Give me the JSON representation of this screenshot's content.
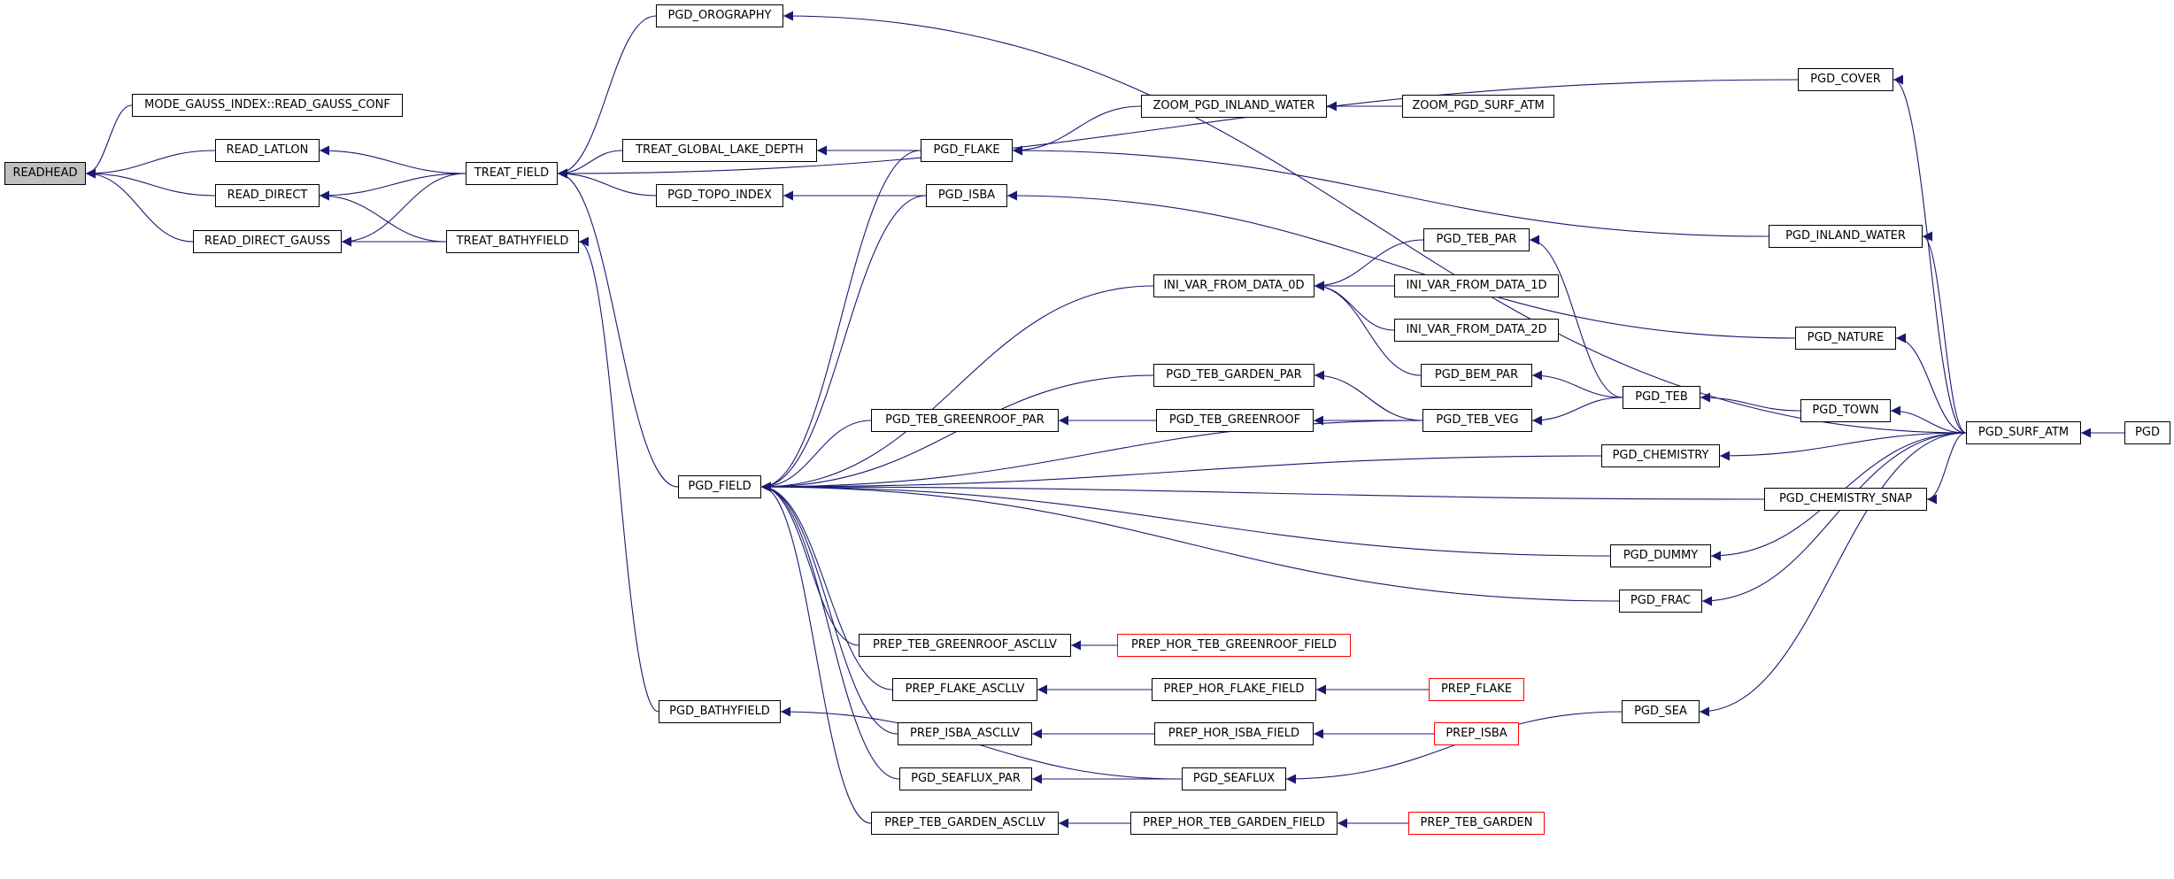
{
  "graph": {
    "root": "READHEAD",
    "edge_color": "#191970",
    "root_fill": "#bfbfbf",
    "truncated_border": "#ff0000",
    "nodes": {
      "readhead": "READHEAD",
      "mgi_read_gauss_conf": "MODE_GAUSS_INDEX::READ_GAUSS_CONF",
      "read_latlon": "READ_LATLON",
      "read_direct": "READ_DIRECT",
      "read_direct_gauss": "READ_DIRECT_GAUSS",
      "treat_field": "TREAT_FIELD",
      "treat_bathyfield": "TREAT_BATHYFIELD",
      "pgd_orography": "PGD_OROGRAPHY",
      "treat_global_lake_depth": "TREAT_GLOBAL_LAKE_DEPTH",
      "pgd_topo_index": "PGD_TOPO_INDEX",
      "pgd_field": "PGD_FIELD",
      "pgd_bathyfield": "PGD_BATHYFIELD",
      "pgd_flake": "PGD_FLAKE",
      "pgd_isba": "PGD_ISBA",
      "zoom_pgd_inland_water": "ZOOM_PGD_INLAND_WATER",
      "zoom_pgd_surf_atm": "ZOOM_PGD_SURF_ATM",
      "ini_var_from_data_0d": "INI_VAR_FROM_DATA_0D",
      "ini_var_from_data_1d": "INI_VAR_FROM_DATA_1D",
      "ini_var_from_data_2d": "INI_VAR_FROM_DATA_2D",
      "pgd_teb_par": "PGD_TEB_PAR",
      "pgd_bem_par": "PGD_BEM_PAR",
      "pgd_teb_veg": "PGD_TEB_VEG",
      "pgd_teb_garden_par": "PGD_TEB_GARDEN_PAR",
      "pgd_teb_greenroof_par": "PGD_TEB_GREENROOF_PAR",
      "pgd_teb_greenroof": "PGD_TEB_GREENROOF",
      "pgd_teb": "PGD_TEB",
      "pgd_town": "PGD_TOWN",
      "pgd_cover": "PGD_COVER",
      "pgd_inland_water": "PGD_INLAND_WATER",
      "pgd_nature": "PGD_NATURE",
      "pgd_chemistry": "PGD_CHEMISTRY",
      "pgd_chemistry_snap": "PGD_CHEMISTRY_SNAP",
      "pgd_dummy": "PGD_DUMMY",
      "pgd_frac": "PGD_FRAC",
      "pgd_sea": "PGD_SEA",
      "pgd_surf_atm": "PGD_SURF_ATM",
      "pgd": "PGD",
      "prep_teb_greenroof_ascllv": "PREP_TEB_GREENROOF_ASCLLV",
      "prep_hor_teb_greenroof_field": "PREP_HOR_TEB_GREENROOF_FIELD",
      "prep_flake_ascllv": "PREP_FLAKE_ASCLLV",
      "prep_hor_flake_field": "PREP_HOR_FLAKE_FIELD",
      "prep_flake": "PREP_FLAKE",
      "prep_isba_ascllv": "PREP_ISBA_ASCLLV",
      "prep_hor_isba_field": "PREP_HOR_ISBA_FIELD",
      "prep_isba": "PREP_ISBA",
      "pgd_seaflux_par": "PGD_SEAFLUX_PAR",
      "pgd_seaflux": "PGD_SEAFLUX",
      "prep_teb_garden_ascllv": "PREP_TEB_GARDEN_ASCLLV",
      "prep_hor_teb_garden_field": "PREP_HOR_TEB_GARDEN_FIELD",
      "prep_teb_garden": "PREP_TEB_GARDEN"
    },
    "edges": [
      [
        "mgi_read_gauss_conf",
        "readhead"
      ],
      [
        "read_latlon",
        "readhead"
      ],
      [
        "read_direct",
        "readhead"
      ],
      [
        "read_direct_gauss",
        "readhead"
      ],
      [
        "treat_field",
        "read_latlon"
      ],
      [
        "treat_field",
        "read_direct"
      ],
      [
        "treat_field",
        "read_direct_gauss"
      ],
      [
        "treat_bathyfield",
        "read_direct"
      ],
      [
        "treat_bathyfield",
        "read_direct_gauss"
      ],
      [
        "pgd_orography",
        "treat_field"
      ],
      [
        "pgd_cover",
        "treat_field"
      ],
      [
        "treat_global_lake_depth",
        "treat_field"
      ],
      [
        "pgd_topo_index",
        "treat_field"
      ],
      [
        "pgd_field",
        "treat_field"
      ],
      [
        "pgd_bathyfield",
        "treat_bathyfield"
      ],
      [
        "pgd_flake",
        "treat_global_lake_depth"
      ],
      [
        "pgd_isba",
        "pgd_topo_index"
      ],
      [
        "pgd_flake",
        "pgd_field"
      ],
      [
        "pgd_isba",
        "pgd_field"
      ],
      [
        "ini_var_from_data_0d",
        "pgd_field"
      ],
      [
        "pgd_teb_veg",
        "pgd_field"
      ],
      [
        "pgd_teb_garden_par",
        "pgd_field"
      ],
      [
        "pgd_teb_greenroof_par",
        "pgd_field"
      ],
      [
        "pgd_chemistry",
        "pgd_field"
      ],
      [
        "pgd_chemistry_snap",
        "pgd_field"
      ],
      [
        "pgd_dummy",
        "pgd_field"
      ],
      [
        "pgd_frac",
        "pgd_field"
      ],
      [
        "prep_teb_greenroof_ascllv",
        "pgd_field"
      ],
      [
        "prep_flake_ascllv",
        "pgd_field"
      ],
      [
        "prep_isba_ascllv",
        "pgd_field"
      ],
      [
        "pgd_seaflux_par",
        "pgd_field"
      ],
      [
        "prep_teb_garden_ascllv",
        "pgd_field"
      ],
      [
        "zoom_pgd_inland_water",
        "pgd_flake"
      ],
      [
        "pgd_inland_water",
        "pgd_flake"
      ],
      [
        "zoom_pgd_surf_atm",
        "zoom_pgd_inland_water"
      ],
      [
        "pgd_nature",
        "pgd_isba"
      ],
      [
        "pgd_teb_par",
        "ini_var_from_data_0d"
      ],
      [
        "ini_var_from_data_1d",
        "ini_var_from_data_0d"
      ],
      [
        "ini_var_from_data_2d",
        "ini_var_from_data_0d"
      ],
      [
        "pgd_bem_par",
        "ini_var_from_data_0d"
      ],
      [
        "pgd_teb_veg",
        "pgd_teb_garden_par"
      ],
      [
        "pgd_teb_greenroof",
        "pgd_teb_greenroof_par"
      ],
      [
        "pgd_teb_veg",
        "pgd_teb_greenroof"
      ],
      [
        "pgd_teb",
        "pgd_teb_par"
      ],
      [
        "pgd_teb",
        "pgd_bem_par"
      ],
      [
        "pgd_teb",
        "pgd_teb_veg"
      ],
      [
        "pgd_town",
        "pgd_teb"
      ],
      [
        "pgd_surf_atm",
        "pgd_orography"
      ],
      [
        "pgd_surf_atm",
        "pgd_cover"
      ],
      [
        "pgd_surf_atm",
        "pgd_inland_water"
      ],
      [
        "pgd_surf_atm",
        "pgd_nature"
      ],
      [
        "pgd_surf_atm",
        "pgd_town"
      ],
      [
        "pgd_surf_atm",
        "pgd_chemistry"
      ],
      [
        "pgd_surf_atm",
        "pgd_chemistry_snap"
      ],
      [
        "pgd_surf_atm",
        "pgd_dummy"
      ],
      [
        "pgd_surf_atm",
        "pgd_frac"
      ],
      [
        "pgd_surf_atm",
        "pgd_sea"
      ],
      [
        "pgd",
        "pgd_surf_atm"
      ],
      [
        "pgd_sea",
        "pgd_seaflux"
      ],
      [
        "pgd_seaflux",
        "pgd_bathyfield"
      ],
      [
        "pgd_seaflux",
        "pgd_seaflux_par"
      ],
      [
        "prep_hor_teb_greenroof_field",
        "prep_teb_greenroof_ascllv"
      ],
      [
        "prep_hor_flake_field",
        "prep_flake_ascllv"
      ],
      [
        "prep_flake",
        "prep_hor_flake_field"
      ],
      [
        "prep_hor_isba_field",
        "prep_isba_ascllv"
      ],
      [
        "prep_isba",
        "prep_hor_isba_field"
      ],
      [
        "prep_hor_teb_garden_field",
        "prep_teb_garden_ascllv"
      ],
      [
        "prep_teb_garden",
        "prep_hor_teb_garden_field"
      ]
    ]
  }
}
